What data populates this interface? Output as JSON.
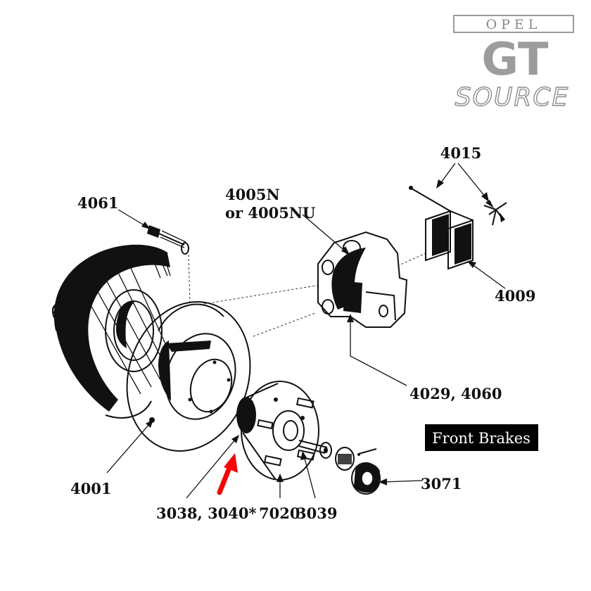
{
  "logo": {
    "brand": "OPEL",
    "model": "GT",
    "source": "SOURCE"
  },
  "badge": {
    "text": "Front Brakes",
    "bg": "#000000",
    "fg": "#ffffff"
  },
  "labels": {
    "l4015": "4015",
    "l4061": "4061",
    "l4005a": "4005N",
    "l4005b": "or 4005NU",
    "l4009": "4009",
    "l4029": "4029, 4060",
    "l4001": "4001",
    "l3071": "3071",
    "l3038": "3038, 3040*",
    "l7020": "7020",
    "l3039": "3039"
  },
  "colors": {
    "ink": "#111111",
    "arrow": "#ff0000",
    "logo_grey": "#9c9c9c"
  }
}
